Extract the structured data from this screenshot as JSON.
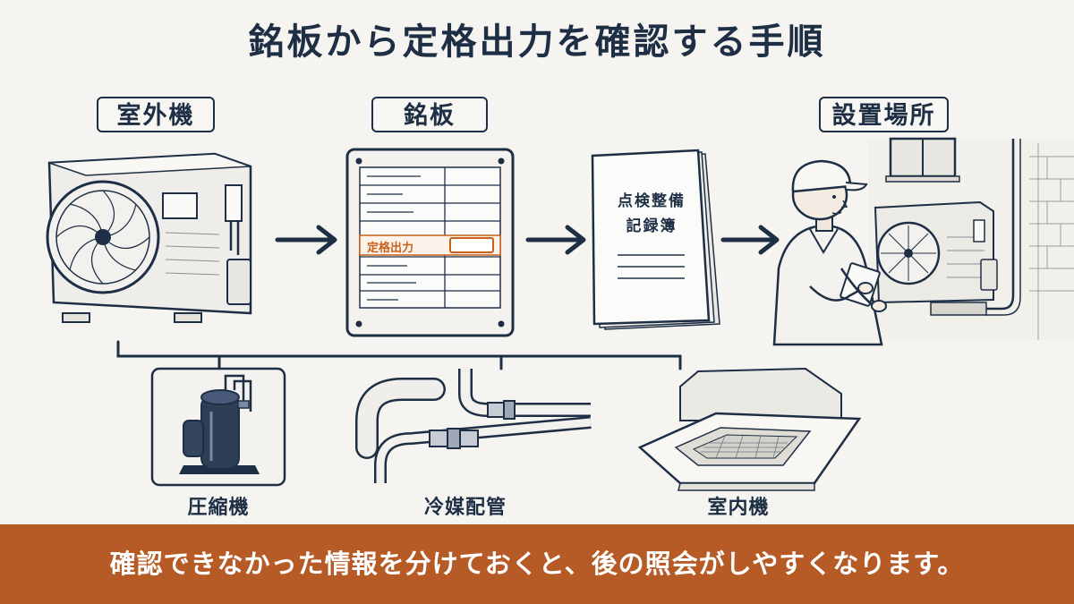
{
  "title": "銘板から定格出力を確認する手順",
  "steps": [
    {
      "label": "室外機",
      "icon": "outdoor-unit-icon"
    },
    {
      "label": "銘板",
      "icon": "nameplate-icon"
    },
    {
      "label": "点検整備",
      "label2": "記録簿",
      "icon": "maintenance-record-book-icon"
    },
    {
      "label": "設置場所",
      "icon": "installation-site-icon"
    }
  ],
  "nameplate": {
    "highlight_label": "定格出力"
  },
  "components": [
    {
      "label": "圧縮機",
      "icon": "compressor-icon"
    },
    {
      "label": "冷媒配管",
      "icon": "refrigerant-pipe-icon"
    },
    {
      "label": "室内機",
      "icon": "indoor-unit-icon"
    }
  ],
  "banner": {
    "text": "確認できなかった情報を分けておくと、後の照会がしやすくなります。"
  },
  "colors": {
    "navy": "#1e2f45",
    "accent": "#c8601c",
    "banner": "#b65a26",
    "background": "#f5f4f0"
  }
}
